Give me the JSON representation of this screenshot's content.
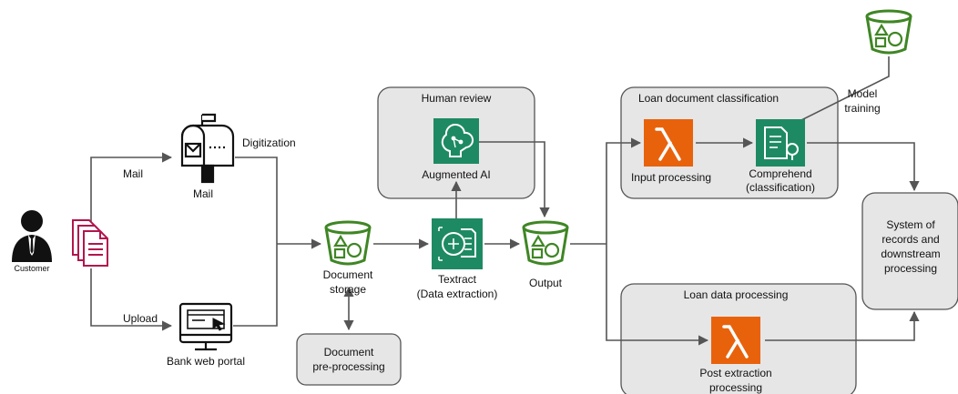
{
  "colors": {
    "group_fill": "#e6e6e6",
    "group_stroke": "#555555",
    "bucket_green": "#3f8624",
    "service_green": "#1e8a63",
    "lambda_orange": "#e8620c",
    "mail_red": "#b2154e",
    "connector": "#555555"
  },
  "actors": {
    "customer": {
      "label": "Customer",
      "icon": "person-icon"
    },
    "documents": {
      "icon": "documents-icon"
    }
  },
  "edges": {
    "mail": "Mail",
    "upload": "Upload",
    "digitization": "Digitization"
  },
  "nodes": {
    "mailbox": {
      "label": "Mail",
      "icon": "mailbox-icon"
    },
    "web_portal": {
      "label": "Bank web portal",
      "icon": "monitor-icon"
    },
    "document_storage": {
      "label_1": "Document",
      "label_2": "storage",
      "icon": "s3-bucket-icon"
    },
    "pre_processing": {
      "label_1": "Document",
      "label_2": "pre-processing"
    },
    "textract": {
      "label_1": "Textract",
      "label_2": "(Data extraction)",
      "icon": "textract-icon"
    },
    "augmented_ai": {
      "label": "Augmented AI",
      "icon": "augmented-ai-icon"
    },
    "output": {
      "label": "Output",
      "icon": "s3-bucket-icon"
    },
    "input_processing": {
      "label": "Input processing",
      "icon": "lambda-icon"
    },
    "comprehend": {
      "label_1": "Comprehend",
      "label_2": "(classification)",
      "icon": "comprehend-icon"
    },
    "model_training": {
      "label_1": "Model",
      "label_2": "training",
      "icon": "s3-bucket-icon"
    },
    "post_extraction": {
      "label_1": "Post extraction",
      "label_2": "processing",
      "icon": "lambda-icon"
    },
    "system_of_records": {
      "line_1": "System of",
      "line_2": "records and",
      "line_3": "downstream",
      "line_4": "processing"
    }
  },
  "groups": {
    "human_review": "Human review",
    "loan_classification": "Loan document  classification",
    "loan_data": "Loan data processing"
  }
}
